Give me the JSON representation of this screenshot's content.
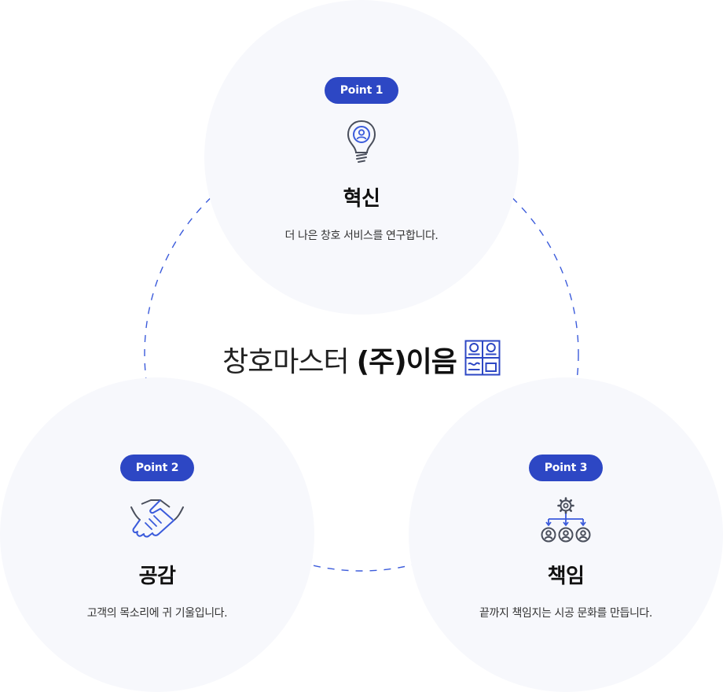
{
  "center": {
    "name_regular": "창호마스터",
    "name_bold": "(주)이음"
  },
  "points": [
    {
      "badge": "Point 1",
      "title": "혁신",
      "desc": "더 나은 창호 서비스를 연구합니다.",
      "icon": "lightbulb-person-icon"
    },
    {
      "badge": "Point 2",
      "title": "공감",
      "desc": "고객의 목소리에 귀 기울입니다.",
      "icon": "handshake-icon"
    },
    {
      "badge": "Point 3",
      "title": "책임",
      "desc": "끝까지 책임지는 시공 문화를 만듭니다.",
      "icon": "gear-team-icon"
    }
  ],
  "colors": {
    "accent": "#2d47c4",
    "circle_bg": "#f7f8fc",
    "icon_stroke": "#4a4f5c"
  }
}
